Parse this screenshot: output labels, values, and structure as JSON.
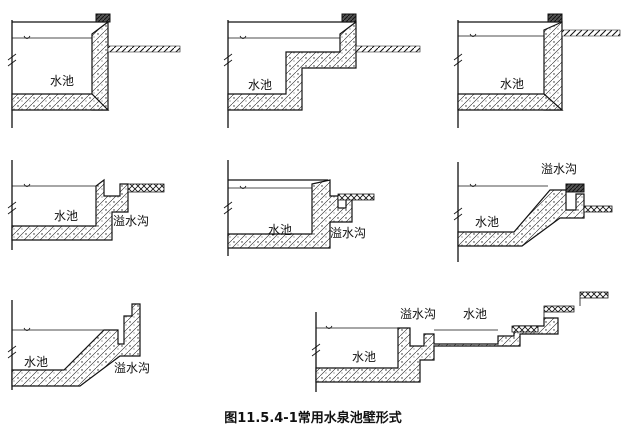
{
  "labels": {
    "pool": "水池",
    "overflow": "溢水沟"
  },
  "caption": "图11.5.4-1常用水泉池壁形式"
}
